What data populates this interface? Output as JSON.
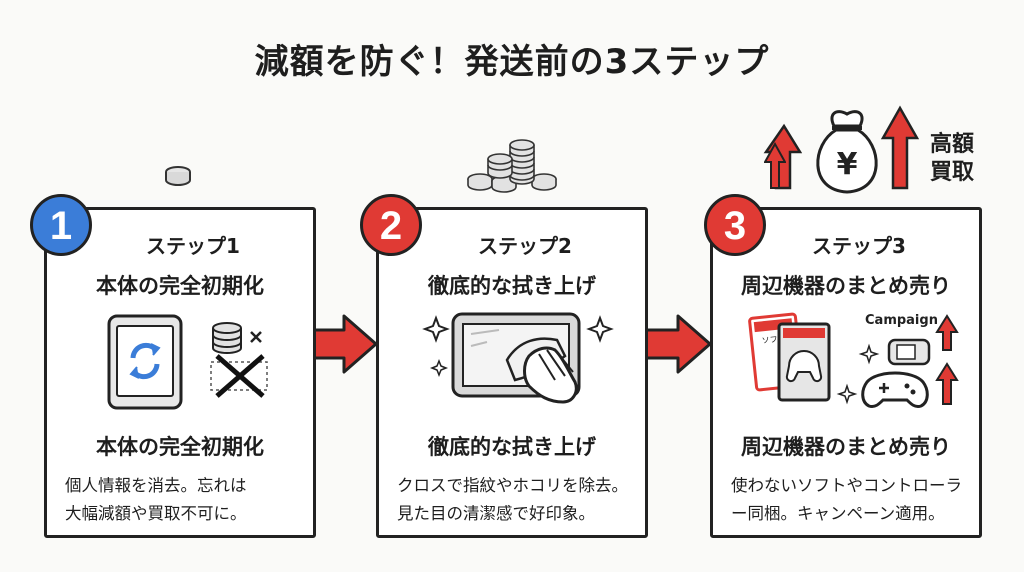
{
  "title": "減額を防ぐ！発送前の3ステップ",
  "steps": [
    {
      "number": "1",
      "label": "ステップ1",
      "heading": "本体の完全初期化",
      "subheading": "本体の完全初期化",
      "desc_lines": [
        "個人情報を消去。忘れは",
        "大幅減額や買取不可に。"
      ],
      "badge_color": "#3b7dd8"
    },
    {
      "number": "2",
      "label": "ステップ2",
      "heading": "徹底的な拭き上げ",
      "subheading": "徹底的な拭き上げ",
      "desc_lines": [
        "クロスで指紋やホコリを除去。",
        "見た目の清潔感で好印象。"
      ],
      "badge_color": "#e03a34"
    },
    {
      "number": "3",
      "label": "ステップ3",
      "heading": "周辺機器のまとめ売り",
      "subheading": "周辺機器のまとめ売り",
      "desc_lines": [
        "使わないソフトやコントローラ",
        "ー同梱。キャンペーン適用。"
      ],
      "badge_color": "#e03a34"
    }
  ],
  "bag_symbol": "¥",
  "high_price_label": [
    "高額",
    "買取"
  ],
  "campaign_label": "Campaign",
  "software_label": "ソフトウェア",
  "colors": {
    "accent_red": "#e03a34",
    "accent_blue": "#3b7dd8",
    "ink": "#222222"
  }
}
